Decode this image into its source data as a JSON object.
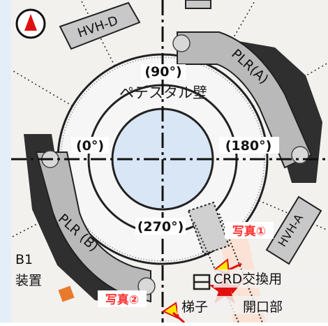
{
  "colors": {
    "background_panel": "#e4eef8",
    "floor": "#f2f1ee",
    "wall_ring": "#f6f6f6",
    "core": "#d9e6f5",
    "dark_fill": "#2f2f2f",
    "pipe_fill": "#b9b9b9",
    "box_fill": "#c8c8c8",
    "photo_label": "#ff3333",
    "arrow_red": "#e01010",
    "arrow_yellow": "#ffe600",
    "device_orange": "#e87a2c",
    "opening_fill": "#fbe2d4"
  },
  "icons": {
    "north_marker": "north-arrow-icon",
    "camera_star": "star-icon",
    "hatch": "hatch-icon"
  },
  "labels": {
    "hvh_d": "HVH-D",
    "plr_a": "PLR(A)",
    "plr_b": "PLR (B)",
    "hvh_a": "HVH-A",
    "angle_90": "(90°)",
    "angle_0": "(0°)",
    "angle_180": "(180°)",
    "angle_270": "(270°)",
    "pedestal_wall": "ペデスタル壁",
    "photo_1": "写真①",
    "photo_2": "写真②",
    "b1": "B1",
    "device": "装置",
    "crd": "CRD交換用",
    "ladder": "梯子",
    "opening": "開口部"
  }
}
